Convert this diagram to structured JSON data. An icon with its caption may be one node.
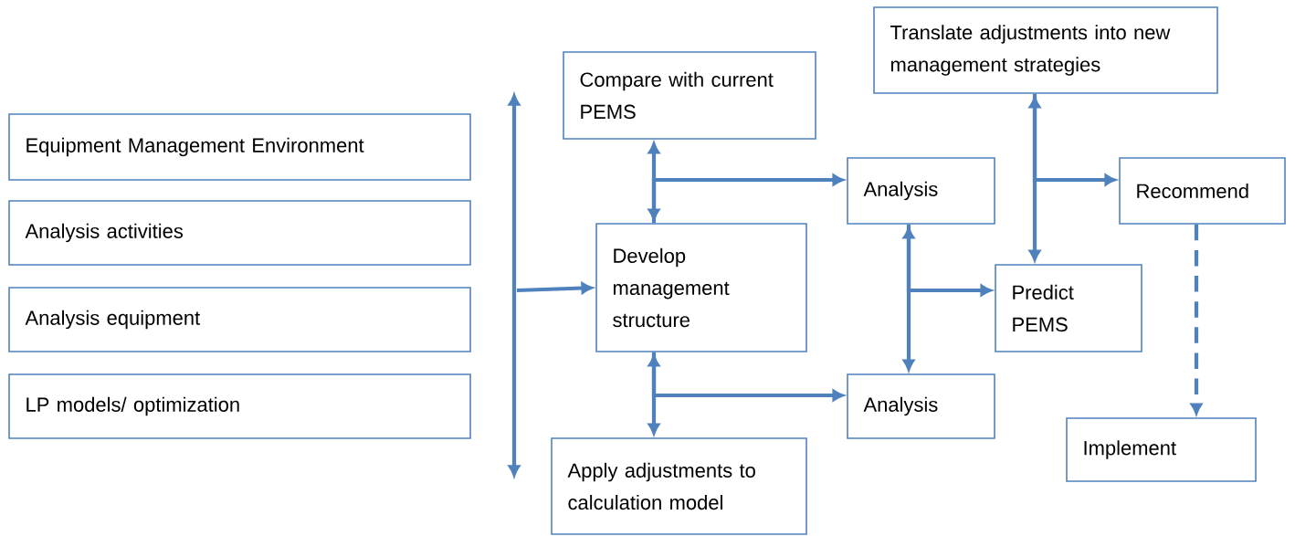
{
  "diagram": {
    "nodes": [
      {
        "text": [
          "Equipment Management  Environment"
        ]
      },
      {
        "text": [
          "Analysis activities"
        ]
      },
      {
        "text": [
          "Analysis equipment"
        ]
      },
      {
        "text": [
          "LP models/ optimization"
        ]
      },
      {
        "text": [
          "Compare with current PEMS"
        ]
      },
      {
        "text": [
          "Develop management structure"
        ]
      },
      {
        "text": [
          "Apply adjustments to calculation model"
        ]
      },
      {
        "text": [
          "Analysis"
        ]
      },
      {
        "text": [
          "Analysis"
        ]
      },
      {
        "text": [
          "Translate adjustments into new management strategies"
        ]
      },
      {
        "text": [
          "Predict PEMS"
        ]
      },
      {
        "text": [
          "Recommend"
        ]
      },
      {
        "text": [
          "Implement"
        ]
      }
    ],
    "edges": [
      {
        "from": null,
        "to": 5,
        "arrow": "to"
      },
      {
        "from": 4,
        "to": 5,
        "arrow": "both"
      },
      {
        "from": 5,
        "to": 7,
        "arrow": "to"
      },
      {
        "from": 5,
        "to": 6,
        "arrow": "both"
      },
      {
        "from": 5,
        "to": 8,
        "arrow": "to"
      },
      {
        "from": 7,
        "to": 8,
        "arrow": "both"
      },
      {
        "from": 7,
        "to": 10,
        "arrow": "to"
      },
      {
        "from": 9,
        "to": 10,
        "arrow": "both"
      },
      {
        "from": 9,
        "to": 11,
        "arrow": "to"
      },
      {
        "from": 11,
        "to": 12,
        "arrow": "to",
        "style": "dashed"
      }
    ]
  }
}
